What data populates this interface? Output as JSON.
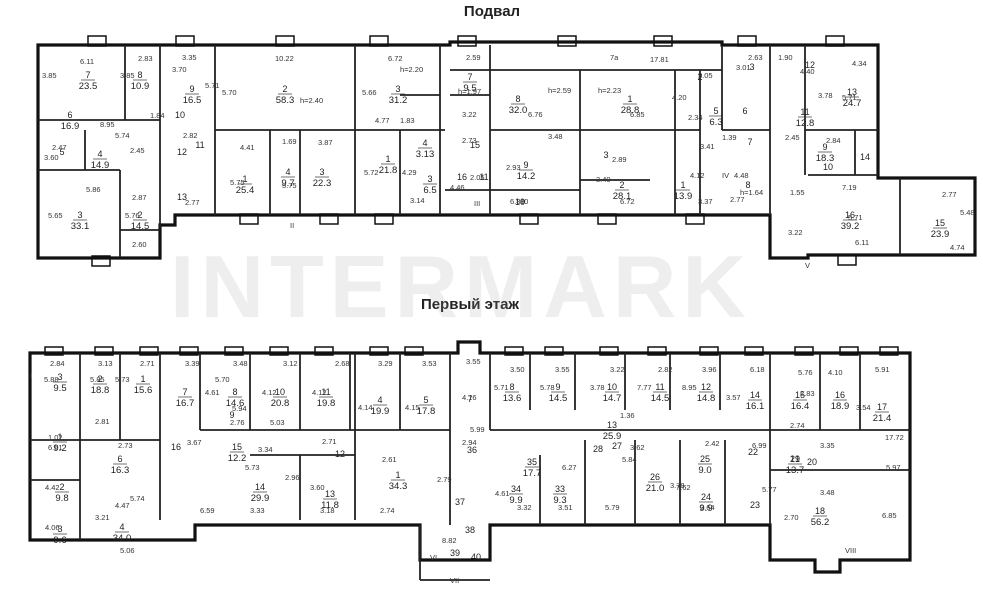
{
  "titles": {
    "basement": "Подвал",
    "first_floor": "Первый этаж"
  },
  "watermark": "INTERMARK",
  "basement_rooms": [
    {
      "num": "7",
      "area": "23.5"
    },
    {
      "num": "8",
      "area": "10.9"
    },
    {
      "num": "9",
      "area": "16.5"
    },
    {
      "num": "2",
      "area": "58.3"
    },
    {
      "num": "3",
      "area": "31.2"
    },
    {
      "num": "7",
      "area": "9.5"
    },
    {
      "num": "8",
      "area": "32.0"
    },
    {
      "num": "1",
      "area": "28.8"
    },
    {
      "num": "3",
      "area": ""
    },
    {
      "num": "2",
      "area": ""
    },
    {
      "num": "12",
      "area": ""
    },
    {
      "num": "13",
      "area": "24.7"
    },
    {
      "num": "6",
      "area": "16.9"
    },
    {
      "num": "10",
      "area": ""
    },
    {
      "num": "6",
      "area": ""
    },
    {
      "num": "5",
      "area": "6.3"
    },
    {
      "num": "11",
      "area": "12.8"
    },
    {
      "num": "4",
      "area": "14.9"
    },
    {
      "num": "5",
      "area": ""
    },
    {
      "num": "12",
      "area": ""
    },
    {
      "num": "11",
      "area": ""
    },
    {
      "num": "1",
      "area": "25.4"
    },
    {
      "num": "4",
      "area": "9.7"
    },
    {
      "num": "3",
      "area": "22.3"
    },
    {
      "num": "1",
      "area": "21.8"
    },
    {
      "num": "4",
      "area": "3.13"
    },
    {
      "num": "3",
      "area": "6.5"
    },
    {
      "num": "16",
      "area": ""
    },
    {
      "num": "15",
      "area": ""
    },
    {
      "num": "11",
      "area": ""
    },
    {
      "num": "9",
      "area": "14.2"
    },
    {
      "num": "3",
      "area": ""
    },
    {
      "num": "2",
      "area": "28.1"
    },
    {
      "num": "1",
      "area": "13.9"
    },
    {
      "num": "7",
      "area": ""
    },
    {
      "num": "8",
      "area": ""
    },
    {
      "num": "9",
      "area": "18.3"
    },
    {
      "num": "10",
      "area": ""
    },
    {
      "num": "14",
      "area": ""
    },
    {
      "num": "3",
      "area": "33.1"
    },
    {
      "num": "2",
      "area": "14.5"
    },
    {
      "num": "13",
      "area": ""
    },
    {
      "num": "10",
      "area": ""
    },
    {
      "num": "16",
      "area": "39.2"
    },
    {
      "num": "15",
      "area": "23.9"
    }
  ],
  "basement_dims": [
    "6.11",
    "2.83",
    "3.35",
    "10.22",
    "6.72",
    "2.59",
    "7a",
    "17.81",
    "2.63",
    "1.90",
    "4.34",
    "3.85",
    "3.85",
    "3.70",
    "5.71",
    "5.70",
    "h=2.40",
    "h=2.20",
    "5.66",
    "h=1.97",
    "h=2.59",
    "h=2.23",
    "3.05",
    "3.01",
    "4.40",
    "5.71",
    "3.78",
    "8.95",
    "4.77",
    "1.83",
    "3.22",
    "6.76",
    "6.85",
    "4.20",
    "2.34",
    "1.84",
    "2.82",
    "2.45",
    "2.84",
    "2.47",
    "3.60",
    "5.74",
    "2.45",
    "4.41",
    "1.69",
    "3.87",
    "2.73",
    "3.48",
    "3.41",
    "1.39",
    "5.75",
    "5.75",
    "5.72",
    "4.29",
    "2.93",
    "2.89",
    "4.12",
    "4.48",
    "h=1.64",
    "3.40",
    "5.86",
    "2.87",
    "2.77",
    "2.05",
    "4.46",
    "6.88",
    "6.72",
    "3.37",
    "2.77",
    "7.19",
    "2.77",
    "5.65",
    "5.76",
    "2.60",
    "3.14",
    "5.71",
    "1.55",
    "3.22",
    "5.48",
    "6.11",
    "4.74",
    "II",
    "III",
    "IV",
    "V",
    "10"
  ],
  "first_rooms": [
    {
      "num": "3",
      "area": "9.5"
    },
    {
      "num": "2",
      "area": "18.8"
    },
    {
      "num": "1",
      "area": "15.6"
    },
    {
      "num": "7",
      "area": "16.7"
    },
    {
      "num": "8",
      "area": "14.6"
    },
    {
      "num": "10",
      "area": "20.8"
    },
    {
      "num": "11",
      "area": "19.8"
    },
    {
      "num": "4",
      "area": "19.9"
    },
    {
      "num": "5",
      "area": "17.8"
    },
    {
      "num": "7",
      "area": ""
    },
    {
      "num": "8",
      "area": "13.6"
    },
    {
      "num": "9",
      "area": "14.5"
    },
    {
      "num": "10",
      "area": "14.7"
    },
    {
      "num": "11",
      "area": "14.5"
    },
    {
      "num": "12",
      "area": "14.8"
    },
    {
      "num": "14",
      "area": "16.1"
    },
    {
      "num": "15",
      "area": "16.4"
    },
    {
      "num": "16",
      "area": "18.9"
    },
    {
      "num": "17",
      "area": "21.4"
    },
    {
      "num": "9",
      "area": ""
    },
    {
      "num": "1",
      "area": "9.2"
    },
    {
      "num": "6",
      "area": "16.3"
    },
    {
      "num": "15",
      "area": "12.2"
    },
    {
      "num": "12",
      "area": ""
    },
    {
      "num": "35",
      "area": "17.7"
    },
    {
      "num": "13",
      "area": "25.9"
    },
    {
      "num": "2",
      "area": "9.8"
    },
    {
      "num": "14",
      "area": "29.9"
    },
    {
      "num": "13",
      "area": "11.8"
    },
    {
      "num": "1",
      "area": "34.3"
    },
    {
      "num": "36",
      "area": ""
    },
    {
      "num": "34",
      "area": "9.9"
    },
    {
      "num": "33",
      "area": "9.3"
    },
    {
      "num": "26",
      "area": "21.0"
    },
    {
      "num": "25",
      "area": "9.0"
    },
    {
      "num": "24",
      "area": "9.9"
    },
    {
      "num": "19",
      "area": "13.7"
    },
    {
      "num": "18",
      "area": "56.2"
    },
    {
      "num": "3",
      "area": "9.6"
    },
    {
      "num": "4",
      "area": "34.0"
    },
    {
      "num": "16",
      "area": ""
    },
    {
      "num": "37",
      "area": ""
    },
    {
      "num": "38",
      "area": ""
    },
    {
      "num": "39",
      "area": ""
    },
    {
      "num": "40",
      "area": ""
    },
    {
      "num": "22",
      "area": ""
    },
    {
      "num": "23",
      "area": ""
    },
    {
      "num": "27",
      "area": ""
    },
    {
      "num": "28",
      "area": ""
    },
    {
      "num": "21",
      "area": ""
    },
    {
      "num": "20",
      "area": ""
    }
  ],
  "first_dims": [
    "2.84",
    "3.13",
    "2.71",
    "3.39",
    "3.48",
    "3.12",
    "2.68",
    "3.29",
    "3.53",
    "3.55",
    "3.50",
    "3.55",
    "3.22",
    "2.82",
    "3.96",
    "6.18",
    "5.76",
    "4.10",
    "5.91",
    "5.88",
    "5.85",
    "5.73",
    "5.70",
    "4.61",
    "4.12",
    "4.12",
    "4.14",
    "4.15",
    "4.16",
    "5.71",
    "5.78",
    "3.78",
    "7.77",
    "8.95",
    "3.57",
    "2.83",
    "3.54",
    "17.72",
    "2.81",
    "5.94",
    "2.76",
    "5.03",
    "1.36",
    "2.74",
    "2.73",
    "3.67",
    "3.34",
    "2.71",
    "2.94",
    "5.99",
    "3.62",
    "2.42",
    "6.99",
    "3.35",
    "1.02",
    "6.61",
    "5.73",
    "2.61",
    "6.27",
    "3.78",
    "5.97",
    "3.48",
    "4.42",
    "4.47",
    "5.74",
    "2.96",
    "3.60",
    "2.79",
    "4.61",
    "5.84",
    "7.62",
    "5.77",
    "2.70",
    "6.85",
    "3.21",
    "6.59",
    "3.33",
    "3.18",
    "2.74",
    "3.32",
    "3.51",
    "5.79",
    "3.64",
    "4.06",
    "5.06",
    "8.82",
    "VI",
    "VII",
    "VIII",
    "I"
  ]
}
